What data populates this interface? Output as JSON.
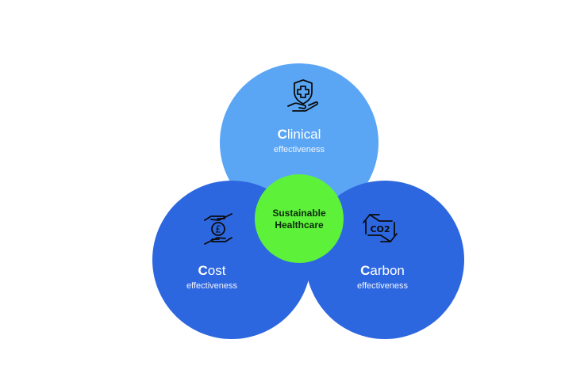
{
  "diagram": {
    "clinical": {
      "initial": "C",
      "rest": "linical",
      "subtitle": "effectiveness",
      "icon": "shield-cross-hand-icon"
    },
    "cost": {
      "initial": "C",
      "rest": "ost",
      "subtitle": "effectiveness",
      "icon": "pound-coin-hands-icon"
    },
    "carbon": {
      "initial": "C",
      "rest": "arbon",
      "subtitle": "effectiveness",
      "icon": "co2-hands-icon"
    },
    "center": {
      "line1": "Sustainable",
      "line2": "Healthcare"
    },
    "icon_glyphs": {
      "pound": "£",
      "co2": "CO2"
    },
    "colors": {
      "clinical": "#5aa6f5",
      "cost_carbon": "#2d67e0",
      "center": "#5ef13a"
    }
  }
}
